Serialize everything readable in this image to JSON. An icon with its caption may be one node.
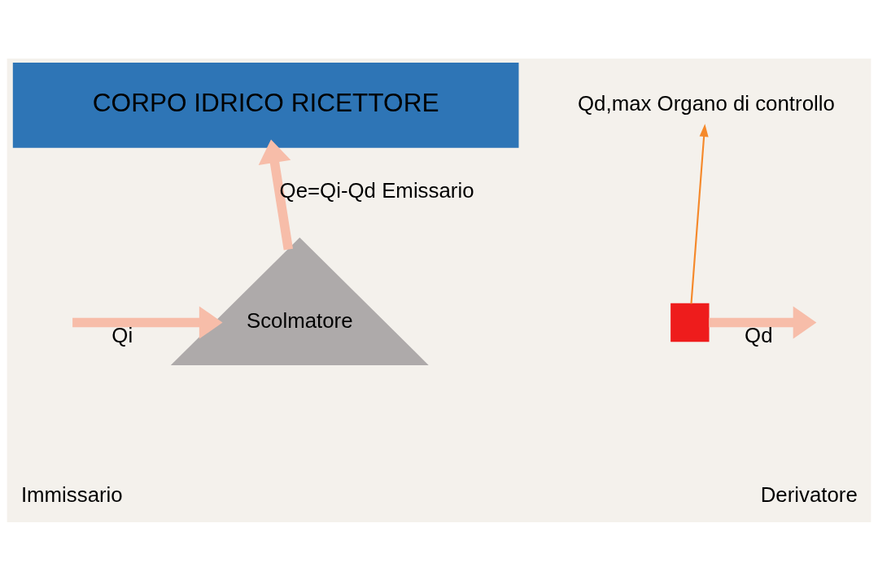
{
  "diagram": {
    "nodes": [
      {
        "text": [
          "CORPO IDRICO RICETTORE"
        ]
      },
      {
        "text": [
          "Scolmatore"
        ]
      },
      {
        "text": [],
        "shape": "cross"
      },
      {
        "text": [
          "Qd,max Organo di controllo"
        ]
      }
    ],
    "edges": [
      {
        "from": null,
        "to": 1,
        "arrow": "to",
        "label": "Qi"
      },
      {
        "from": 1,
        "to": 0,
        "arrow": "to",
        "label": "Qe=Qi-Qd Emissario"
      },
      {
        "from": 2,
        "to": null,
        "arrow": "to",
        "label": "Qd"
      },
      {
        "from": 2,
        "to": 3,
        "arrow": "to",
        "color": "#f5892b"
      }
    ],
    "labels": [
      "Immissario",
      "Derivatore"
    ]
  }
}
